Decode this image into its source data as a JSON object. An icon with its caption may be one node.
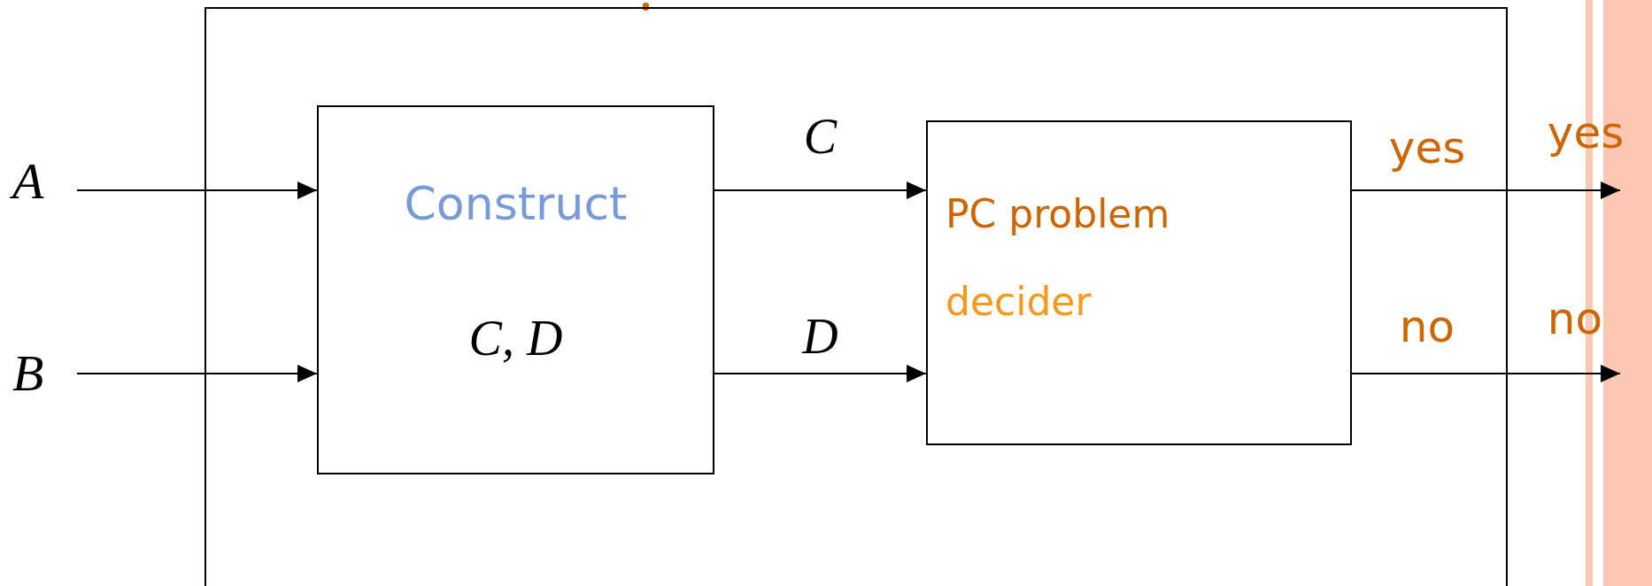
{
  "diagram": {
    "nodes": [
      {
        "text": [
          "A"
        ]
      },
      {
        "text": [
          "B"
        ]
      },
      {
        "text": [],
        "shape": "box"
      },
      {
        "text": [
          "Construct",
          "C, D"
        ],
        "in": 2
      },
      {
        "text": [
          "PC problem",
          "decider"
        ],
        "in": 2
      }
    ],
    "edges": [
      {
        "from": 0,
        "to": 3,
        "arrow": "to"
      },
      {
        "from": 1,
        "to": 3,
        "arrow": "to"
      },
      {
        "from": 3,
        "to": 4,
        "arrow": "to",
        "label": "C"
      },
      {
        "from": 3,
        "to": 4,
        "arrow": "to",
        "label": "D"
      },
      {
        "from": 4,
        "to": null,
        "arrow": "to",
        "label": "yes"
      },
      {
        "from": 4,
        "to": null,
        "arrow": "to",
        "label": "no"
      }
    ],
    "labels": [
      "yes",
      "no"
    ]
  }
}
